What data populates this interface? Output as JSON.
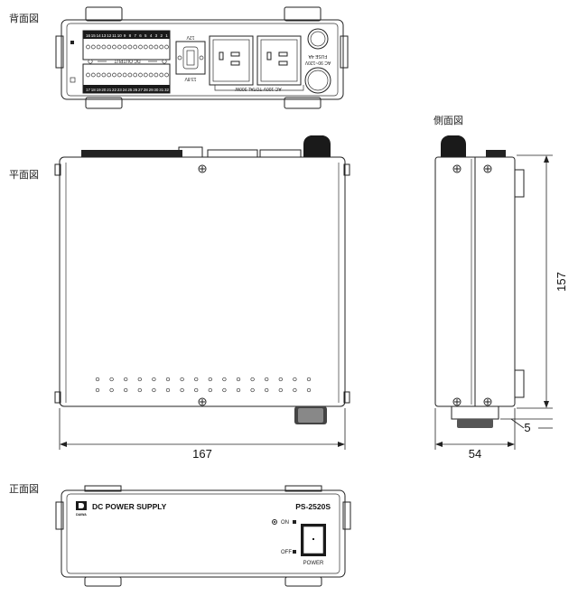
{
  "views": {
    "rear": {
      "label": "背面図"
    },
    "top": {
      "label": "平面図"
    },
    "side": {
      "label": "側面図"
    },
    "front": {
      "label": "正面図"
    }
  },
  "rear_panel": {
    "terminal_row_top": [
      "16",
      "15",
      "14",
      "13",
      "12",
      "11",
      "10",
      "9",
      "8",
      "7",
      "6",
      "5",
      "4",
      "3",
      "2",
      "1"
    ],
    "terminal_row_bottom": [
      "17",
      "18",
      "19",
      "20",
      "21",
      "22",
      "23",
      "24",
      "25",
      "26",
      "27",
      "28",
      "29",
      "30",
      "31",
      "32"
    ],
    "dc_output_label": "DC OUTPUT",
    "voltage_top": "12V",
    "voltage_bottom": "13.8V",
    "ac_outlet_label": "AC 100V  TOTAL 300W",
    "ac_input_label": "AC 90~120V",
    "fuse_label": "FUSE 4A"
  },
  "dimensions": {
    "width": "167",
    "depth": "157",
    "height": "54",
    "foot": "5"
  },
  "front_panel": {
    "brand_mark": "DAIWA",
    "title": "DC POWER SUPPLY",
    "model": "PS-2520S",
    "on_label": "ON",
    "off_label": "OFF",
    "power_label": "POWER"
  }
}
